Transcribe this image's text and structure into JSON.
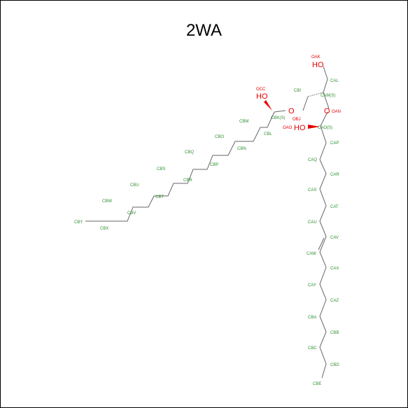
{
  "title": "2WA",
  "colors": {
    "carbon_label": "#2f8f2f",
    "hetero": "#e60000",
    "bond": "#666666"
  },
  "hetero_labels": {
    "oak": "OAK",
    "ho_top": "HO",
    "occ": "OCC",
    "ho_left": "HO",
    "o_bridge": "O",
    "o_right": "O",
    "obj": "OBJ",
    "oan": "OAN",
    "oao": "OAO",
    "ho_mid": "HO"
  },
  "atom_labels": {
    "cal": "CAL",
    "cbi": "CBI",
    "cam": "CAM(S)",
    "cbk": "CBK(S)",
    "cao": "CAO(S)",
    "cbm": "CBM",
    "cbl": "CBL",
    "cbo": "CBO",
    "cbn": "CBN",
    "cbq": "CBQ",
    "cbp": "CBP",
    "cbs": "CBS",
    "cbr": "CBR",
    "cbu": "CBU",
    "cbt": "CBT",
    "cbw": "CBW",
    "cbv": "CBV",
    "cby": "CBY",
    "cbx": "CBX",
    "cap": "CAP",
    "caq": "CAQ",
    "car": "CAR",
    "cas": "CAS",
    "cat": "CAT",
    "cau": "CAU",
    "cav": "CAV",
    "caw": "CAW",
    "cax": "CAX",
    "cay": "CAY",
    "caz": "CAZ",
    "cba": "CBA",
    "cbb": "CBB",
    "cbc": "CBC",
    "cbd": "CBD",
    "cbe": "CBE"
  }
}
